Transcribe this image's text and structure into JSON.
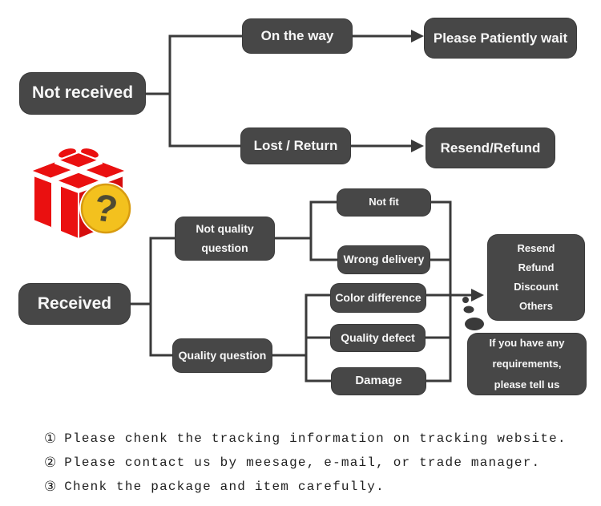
{
  "colors": {
    "box_fill": "#474747",
    "connector": "#3a3a3a",
    "gift_red": "#ea1010",
    "gift_red_deep": "#d60d0d",
    "badge_yellow": "#f3c11e",
    "badge_border": "#d89b10",
    "question_mark": "#4e4a33",
    "note_text": "#1f1f1f"
  },
  "icons": {
    "gift_box": "red-gift-box",
    "question_badge_glyph": "?"
  },
  "nodes": {
    "not_received": "Not received",
    "on_the_way": "On the way",
    "please_patiently_wait": "Please Patiently wait",
    "lost_return": "Lost / Return",
    "resend_refund": "Resend/Refund",
    "received": "Received",
    "not_quality_question": {
      "line1": "Not quality",
      "line2": "question"
    },
    "quality_question": "Quality question",
    "not_fit": "Not fit",
    "wrong_delivery": "Wrong delivery",
    "color_difference": "Color difference",
    "quality_defect": "Quality defect",
    "damage": "Damage",
    "outcomes": {
      "line1": "Resend",
      "line2": "Refund",
      "line3": "Discount",
      "line4": "Others"
    },
    "speech_bubble": {
      "line1": "If you have any",
      "line2": "requirements,",
      "line3": "please tell us"
    }
  },
  "notes": [
    {
      "num": "①",
      "text": "Please chenk the tracking information on tracking website."
    },
    {
      "num": "②",
      "text": "Please contact us by meesage, e-mail, or trade manager."
    },
    {
      "num": "③",
      "text": "Chenk the package and item carefully."
    }
  ]
}
